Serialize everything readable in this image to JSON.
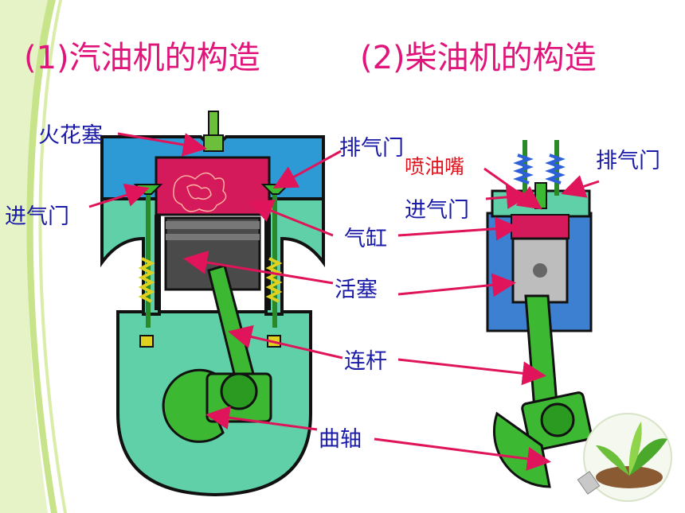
{
  "titles": {
    "gasoline": "(1)汽油机的构造",
    "diesel": "(2)柴油机的构造"
  },
  "labels": {
    "spark_plug": "火花塞",
    "exhaust_valve_1": "排气门",
    "intake_valve_1": "进气门",
    "cylinder": "气缸",
    "piston": "活塞",
    "connecting_rod": "连杆",
    "crankshaft": "曲轴",
    "injector": "喷油嘴",
    "exhaust_valve_2": "排气门",
    "intake_valve_2": "进气门"
  },
  "colors": {
    "title": "#e0147a",
    "label": "#1a1aa8",
    "injector_label": "#e0141e",
    "arrow": "#e0145a",
    "head": "#2d9ad6",
    "chamber": "#d41a5a",
    "crankcase": "#5fd0a8",
    "rod": "#3cb832",
    "piston": "#555555"
  }
}
